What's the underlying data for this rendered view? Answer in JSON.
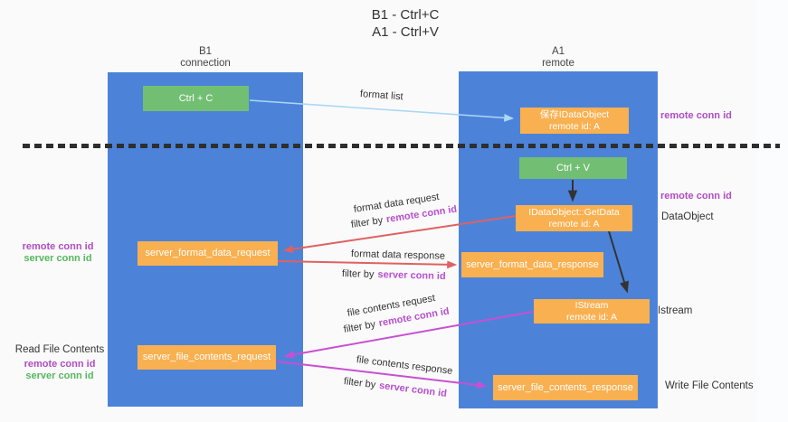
{
  "title": {
    "line1": "B1 - Ctrl+C",
    "line2": "A1 - Ctrl+V"
  },
  "columns": {
    "left": {
      "name": "B1",
      "subtitle": "connection"
    },
    "right": {
      "name": "A1",
      "subtitle": "remote"
    }
  },
  "boxes": {
    "ctrl_c": "Ctrl + C",
    "ctrl_v": "Ctrl + V",
    "save_dataobject": {
      "line1": "保存IDataObject",
      "line2": "remote id: A"
    },
    "getdata": {
      "line1": "IDataObject::GetData",
      "line2": "remote id: A"
    },
    "istream": {
      "line1": "IStream",
      "line2": "remote id: A"
    },
    "server_format_data_request": "server_format_data_request",
    "server_format_data_response": "server_format_data_response",
    "server_file_contents_request": "server_file_contents_request",
    "server_file_contents_response": "server_file_contents_response"
  },
  "arrow_labels": {
    "format_list": "format list",
    "format_data_request": "format data request",
    "format_data_response": "format data response",
    "file_contents_request": "file contents request",
    "file_contents_response": "file contents response",
    "filter_by": "filter by",
    "remote_conn_id": "remote conn id",
    "server_conn_id": "server conn id"
  },
  "side_labels": {
    "left_remote_conn_id": "remote conn id",
    "left_server_conn_id": "server conn id",
    "read_file_contents": "Read File Contents",
    "right_remote_conn_id_top": "remote conn id",
    "right_remote_conn_id_mid": "remote conn id",
    "dataobject": "DataObject",
    "istream": "Istream",
    "write_file_contents": "Write File Contents"
  },
  "colors": {
    "column_blue": "#4c83d9",
    "box_green": "#72bf74",
    "box_orange": "#f9b050",
    "arrow_blue": "#a9d7f5",
    "arrow_red": "#e06161",
    "arrow_magenta": "#c94fd2",
    "arrow_black": "#333333",
    "text_magenta": "#b04cc4",
    "text_green": "#57b75f",
    "background": "#fafafa"
  }
}
